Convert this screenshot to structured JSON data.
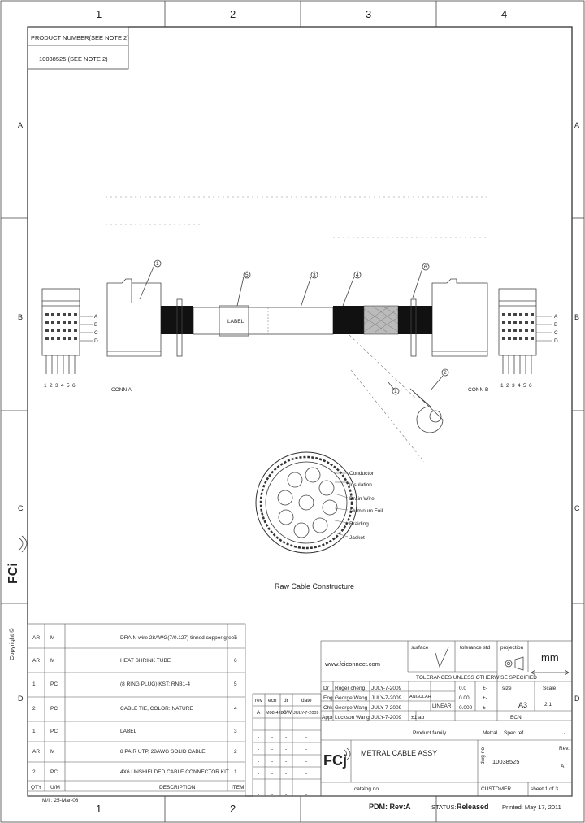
{
  "border": {
    "columns": [
      "1",
      "2",
      "3",
      "4"
    ],
    "rows": [
      "A",
      "B",
      "C",
      "D"
    ]
  },
  "product_number": {
    "label": "PRODUCT NUMBER(SEE NOTE 2)",
    "value": "10038525  (SEE NOTE 2)"
  },
  "left_margin": {
    "copyright": "Copyright ©"
  },
  "connectors": {
    "left_label": "CONN A",
    "right_label": "CONN B",
    "pin_numbers": [
      "1",
      "2",
      "3",
      "4",
      "5",
      "6"
    ],
    "row_letters": [
      "A",
      "B",
      "C",
      "D"
    ]
  },
  "balloons": [
    "1",
    "5",
    "3",
    "4",
    "6",
    "1",
    "2"
  ],
  "cable_label_text": "LABEL",
  "cross_section": {
    "caption": "Raw Cable Constructure",
    "callouts": [
      "Conductor",
      "Insulation",
      "Drain Wire",
      "Aluminum Foil",
      "Braiding",
      "Jacket"
    ]
  },
  "bom": {
    "headers": {
      "qty": "QTY",
      "uom": "U/M",
      "description": "DESCRIPTION",
      "item": "ITEM"
    },
    "rows": [
      {
        "qty": "AR",
        "uom": "M",
        "description": "DRAIN wire 28AWG(7/0.127) tinned copper green",
        "item": "7"
      },
      {
        "qty": "AR",
        "uom": "M",
        "description": "HEAT SHRINK TUBE",
        "item": "6"
      },
      {
        "qty": "1",
        "uom": "PC",
        "description": "(8 RING PLUG) KST: RNB1-4",
        "item": "5"
      },
      {
        "qty": "2",
        "uom": "PC",
        "description": "CABLE TIE, COLOR: NATURE",
        "item": "4"
      },
      {
        "qty": "1",
        "uom": "PC",
        "description": "LABEL",
        "item": "3"
      },
      {
        "qty": "AR",
        "uom": "M",
        "description": "8 PAIR UTP, 28AWG SOLID CABLE",
        "item": "2"
      },
      {
        "qty": "2",
        "uom": "PC",
        "description": "4X6 UNSHIELDED CABLE CONNECTOR KIT",
        "item": "1"
      }
    ],
    "footer_note": "M/I : 25-Mar-08"
  },
  "revision_table": {
    "headers": [
      "rev",
      "ecn",
      "dr",
      "date"
    ],
    "rows": [
      [
        "A",
        "M08-4283",
        "GW",
        "JULY-7-2009"
      ],
      [
        "-",
        "-",
        "-",
        "-"
      ],
      [
        "-",
        "-",
        "-",
        "-"
      ],
      [
        "-",
        "-",
        "-",
        "-"
      ],
      [
        "-",
        "-",
        "-",
        "-"
      ],
      [
        "-",
        "-",
        "-",
        "-"
      ],
      [
        "-",
        "-",
        "-",
        "-"
      ],
      [
        "-",
        "-",
        "-",
        "-"
      ]
    ]
  },
  "title_block": {
    "website": "www.fciconnect.com",
    "surface_label": "surface",
    "tolerance_label": "tolerance std",
    "projection_label": "projection",
    "units": "mm",
    "tolerances_note": "TOLERANCES UNLESS OTHERWISE SPECIFIED",
    "signoffs": [
      {
        "role": "Dr",
        "name": "Roger cheng",
        "date": "JULY-7-2009"
      },
      {
        "role": "Eng",
        "name": "George Wang",
        "date": "JULY-7-2009"
      },
      {
        "role": "Chk",
        "name": "George Wang",
        "date": "JULY-7-2009"
      },
      {
        "role": "Appr",
        "name": "Lockson Wang",
        "date": "JULY-7-2009"
      }
    ],
    "angular_label": "ANGULAR",
    "linear_label": "LINEAR",
    "tol_values": [
      [
        "0.0",
        "±-"
      ],
      [
        "0.00",
        "±-"
      ],
      [
        "0.000",
        "±-"
      ]
    ],
    "tol_angular": [
      "±1°",
      "ab"
    ],
    "size_label": "size",
    "size_value": "A3",
    "scale_label": "Scale",
    "scale_value": "2:1",
    "ecn_label": "ECN",
    "product_family_label": "Product family",
    "product_family_value": "Metral",
    "spec_ref_label": "Spec ref",
    "spec_ref_value": "-",
    "title": "METRAL CABLE ASSY",
    "dwg_no_label": "dwg no",
    "dwg_no": "10038525",
    "rev_label": "Rev.",
    "rev": "A",
    "catalog_label": "catalog no",
    "customer_label": "CUSTOMER",
    "sheet": "sheet 1 of 3"
  },
  "status_bar": {
    "pdm": "PDM: Rev:A",
    "status_label": "STATUS:",
    "status_value": "Released",
    "printed": "Printed: May 17, 2011"
  },
  "colors": {
    "status_red": "#e2231a",
    "ink": "#222222",
    "heat_shrink": "#111111"
  }
}
